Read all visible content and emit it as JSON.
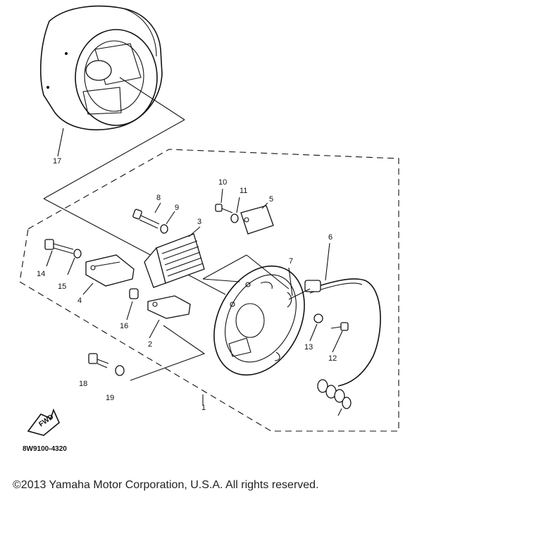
{
  "diagram": {
    "callouts": [
      {
        "id": "c1",
        "label": "1"
      },
      {
        "id": "c2",
        "label": "2"
      },
      {
        "id": "c3",
        "label": "3"
      },
      {
        "id": "c4",
        "label": "4"
      },
      {
        "id": "c5",
        "label": "5"
      },
      {
        "id": "c6",
        "label": "6"
      },
      {
        "id": "c7",
        "label": "7"
      },
      {
        "id": "c8",
        "label": "8"
      },
      {
        "id": "c9",
        "label": "9"
      },
      {
        "id": "c10",
        "label": "10"
      },
      {
        "id": "c11",
        "label": "11"
      },
      {
        "id": "c12",
        "label": "12"
      },
      {
        "id": "c13",
        "label": "13"
      },
      {
        "id": "c14",
        "label": "14"
      },
      {
        "id": "c15",
        "label": "15"
      },
      {
        "id": "c16",
        "label": "16"
      },
      {
        "id": "c17",
        "label": "17"
      },
      {
        "id": "c18",
        "label": "18"
      },
      {
        "id": "c19",
        "label": "19"
      }
    ],
    "drawing_code": "8W9100-4320",
    "front_marker": "FWD"
  },
  "footer": {
    "copyright": "©2013 Yamaha Motor Corporation, U.S.A. All rights reserved."
  }
}
